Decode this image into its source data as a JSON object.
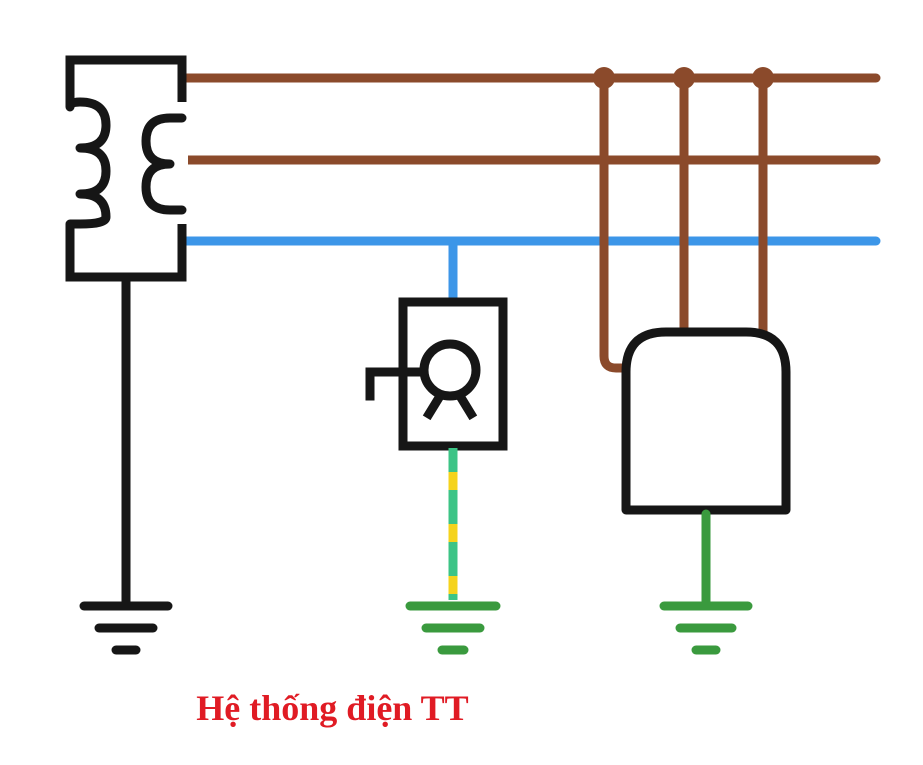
{
  "diagram": {
    "caption": "Hệ thống điện TT",
    "colors": {
      "phase": "#8b4a2b",
      "neutral": "#3c96e8",
      "outline": "#161616",
      "pe_green": "#3a9a3e",
      "pe_stripe_green": "#3cc486",
      "pe_stripe_yellow": "#f5d31c",
      "caption": "#e01b24"
    },
    "elements": [
      {
        "id": "transformer",
        "kind": "transformer-symbol"
      },
      {
        "id": "phase-line-l1",
        "kind": "phase-conductor"
      },
      {
        "id": "phase-line-l2",
        "kind": "phase-conductor"
      },
      {
        "id": "neutral-line",
        "kind": "neutral-conductor"
      },
      {
        "id": "single-phase-load",
        "kind": "socket-symbol"
      },
      {
        "id": "three-phase-load",
        "kind": "equipment-enclosure"
      },
      {
        "id": "source-earth",
        "kind": "earth-symbol"
      },
      {
        "id": "socket-earth",
        "kind": "earth-symbol"
      },
      {
        "id": "equipment-earth",
        "kind": "earth-symbol"
      }
    ]
  }
}
